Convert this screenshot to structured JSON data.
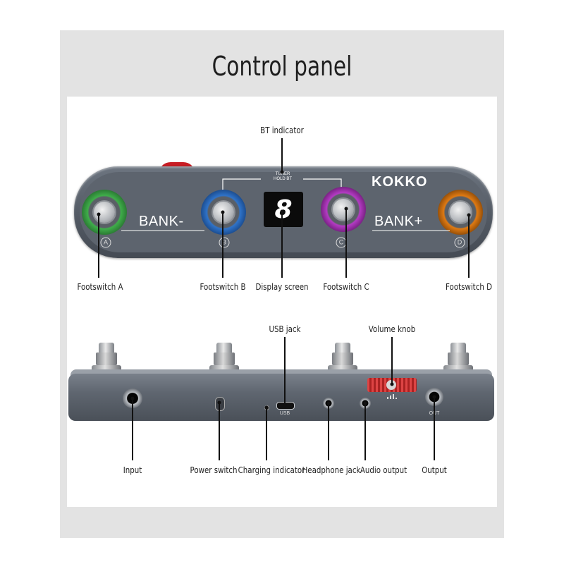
{
  "title": "Control panel",
  "top_labels": {
    "bt_indicator": "BT indicator",
    "footswitch_a": "Footswitch A",
    "footswitch_b": "Footswitch B",
    "display_screen": "Display screen",
    "footswitch_c": "Footswitch C",
    "footswitch_d": "Footswitch D"
  },
  "bottom_labels": {
    "usb_jack": "USB jack",
    "volume_knob": "Volume knob",
    "input": "Input",
    "power_switch": "Power switch",
    "charging_indicator": "Charging indicator",
    "headphone_jack": "Headphone jack",
    "audio_output": "Audio output",
    "output": "Output"
  },
  "device_text": {
    "logo": "KOKKO",
    "bank_minus": "BANK-",
    "bank_plus": "BANK+",
    "tuner_line1": "TUNER",
    "tuner_line2": "HOLD BT",
    "display_digit": "8",
    "letter_a": "A",
    "letter_b": "B",
    "letter_c": "C",
    "letter_d": "D",
    "usb_port_label": "USB",
    "out_port_label": "OUT"
  },
  "colors": {
    "footswitch_a_ring": "#3fae4a",
    "footswitch_b_ring": "#2f73c9",
    "footswitch_c_ring": "#b43bc4",
    "footswitch_d_ring": "#e07a12",
    "accent_red": "#c81d24"
  }
}
